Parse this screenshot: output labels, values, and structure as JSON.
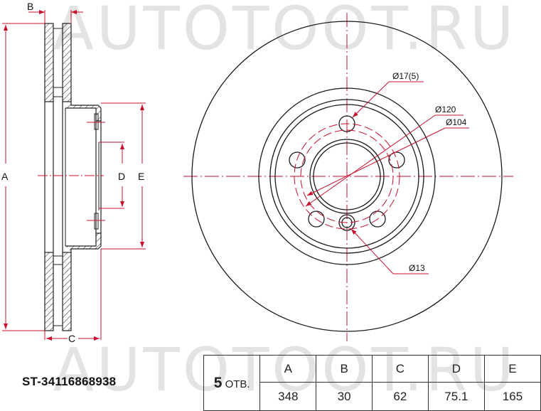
{
  "watermark": {
    "text": "AUTOTOOT.RU"
  },
  "side_view": {
    "labels": {
      "A": "A",
      "B": "B",
      "C": "C",
      "D": "D",
      "E": "E"
    }
  },
  "front_view": {
    "callouts": {
      "bolt_hole": "Ø17(5)",
      "pcd_outer": "Ø120",
      "pcd_inner": "Ø104",
      "pin_hole": "Ø13"
    }
  },
  "part": {
    "number": "ST-34116868938"
  },
  "spec_table": {
    "holes": {
      "count": "5",
      "label": "ОТВ."
    },
    "headers": [
      "A",
      "B",
      "C",
      "D",
      "E"
    ],
    "values": [
      "348",
      "30",
      "62",
      "75.1",
      "165"
    ]
  },
  "colors": {
    "dimension": "#c8102e",
    "outline": "#1a1a1a",
    "watermark": "#e3e3e3"
  }
}
